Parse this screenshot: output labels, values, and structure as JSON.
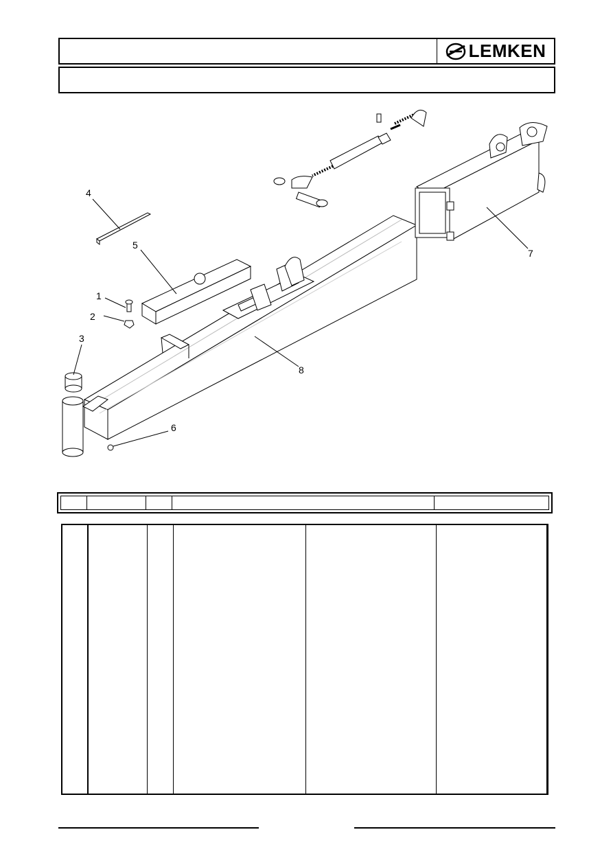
{
  "header": {
    "title": "",
    "logo": {
      "text": "LEMKEN",
      "icon": "lemken-swoosh-logo"
    }
  },
  "subheader": {
    "title": ""
  },
  "figure": {
    "callouts": [
      "1",
      "2",
      "3",
      "4",
      "5",
      "6",
      "7",
      "8"
    ]
  },
  "parts_table": {
    "headers": [
      "",
      "",
      "",
      "",
      ""
    ],
    "rows": []
  },
  "footer": {
    "left": "",
    "right": ""
  }
}
